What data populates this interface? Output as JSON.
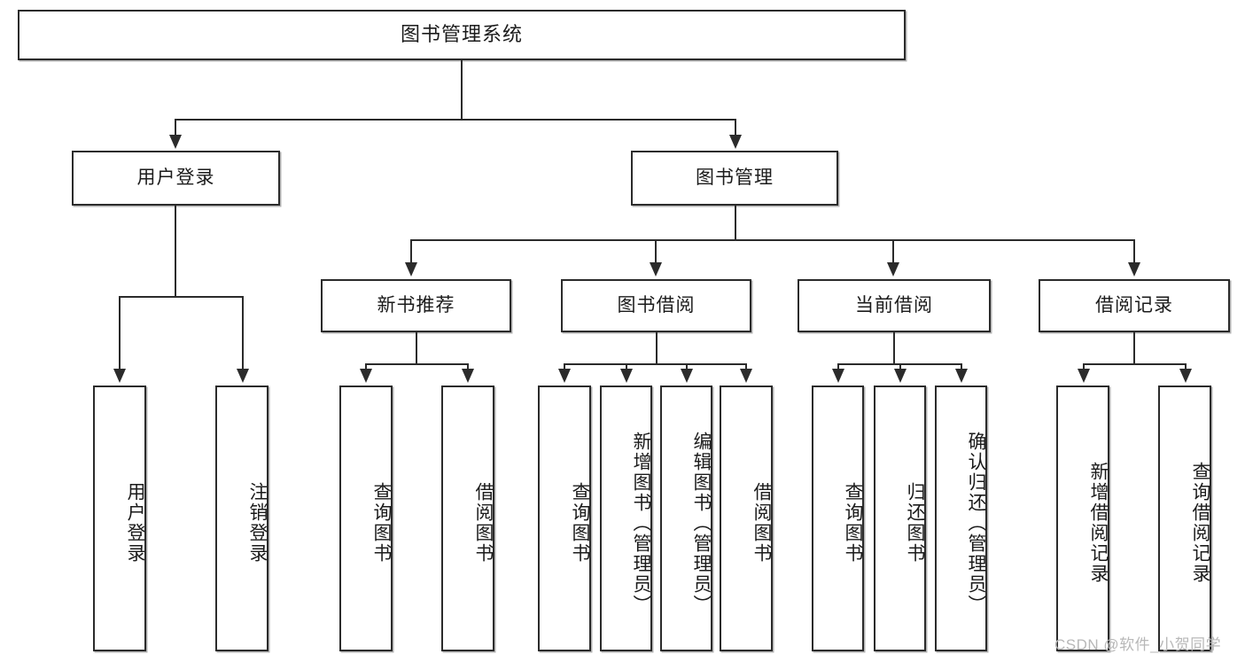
{
  "diagram": {
    "type": "tree",
    "title": "图书管理系统",
    "colors": {
      "stroke": "#2b2b2b",
      "fill": "#ffffff",
      "text": "#1b1b1b",
      "watermark": "#b8b8b8"
    },
    "root": {
      "label": "图书管理系统"
    },
    "level2": [
      {
        "label": "用户登录"
      },
      {
        "label": "图书管理"
      }
    ],
    "level3": [
      {
        "label": "新书推荐"
      },
      {
        "label": "图书借阅"
      },
      {
        "label": "当前借阅"
      },
      {
        "label": "借阅记录"
      }
    ],
    "leaves": {
      "user_login": [
        {
          "label": "用户登录"
        },
        {
          "label": "注销登录"
        }
      ],
      "new_book": [
        {
          "label": "查询图书"
        },
        {
          "label": "借阅图书"
        }
      ],
      "book_borrow": [
        {
          "label": "查询图书"
        },
        {
          "label": "新增图书（管理员）"
        },
        {
          "label": "编辑图书（管理员）"
        },
        {
          "label": "借阅图书"
        }
      ],
      "current_borrow": [
        {
          "label": "查询图书"
        },
        {
          "label": "归还图书"
        },
        {
          "label": "确认归还（管理员）"
        }
      ],
      "borrow_record": [
        {
          "label": "新增借阅记录"
        },
        {
          "label": "查询借阅记录"
        }
      ]
    }
  },
  "watermark": {
    "text": "CSDN @软件_小贺同学"
  }
}
